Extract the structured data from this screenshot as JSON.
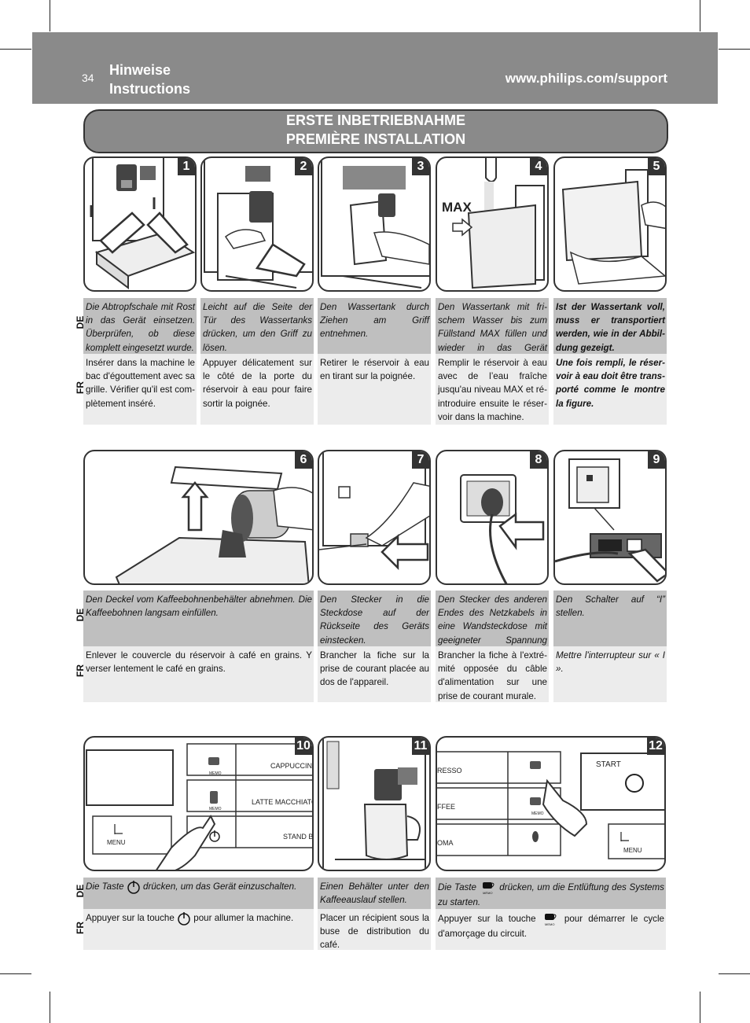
{
  "header": {
    "page_number": "34",
    "title_de": "Hinweise",
    "title_fr": "Instructions",
    "url": "www.philips.com/support"
  },
  "banner": {
    "title_de": "ERSTE INBETRIEBNAHME",
    "title_fr": "PREMIÈRE INSTALLATION"
  },
  "lang": {
    "de": "DE",
    "fr": "FR"
  },
  "figure_labels": {
    "max": "MAX",
    "cappuccino": "CAPPUCCINO",
    "latte": "LATTE MACCHIATO",
    "standby": "STAND BY",
    "memo": "MEMO",
    "menu": "MENU",
    "espresso": "RESSO",
    "coffee": "FFEE",
    "aroma": "OMA",
    "start": "START"
  },
  "steps": [
    {
      "num": "1",
      "de": "Die Abtropfschale mit Rost in das Gerät einsetzen. Über­prüfen, ob diese komplett eingesetzt wurde.",
      "fr": "Insérer dans la machine le bac d'égouttement avec sa grille. Vérifier qu'il est com­plètement inséré."
    },
    {
      "num": "2",
      "de": "Leicht auf die Seite der Tür des Wassertanks drücken, um den Griff zu lösen.",
      "fr": "Appuyer délicatement sur le côté de la porte du réser­voir à eau pour faire sortir la poignée."
    },
    {
      "num": "3",
      "de": "Den Wassertank durch Zie­hen am Griff entnehmen.",
      "fr": "Retirer le réservoir à eau en tirant sur la poignée."
    },
    {
      "num": "4",
      "de": "Den Wassertank mit fri­schem Wasser bis zum Füll­stand MAX füllen und wieder in das Gerät einsetzen.",
      "fr": "Remplir le réservoir à eau avec de l’eau fraîche jusqu'au niveau MAX et ré­introduire ensuite le réser­voir dans la machine."
    },
    {
      "num": "5",
      "de": "Ist der Wassertank voll, muss er transportiert werden, wie in der Abbil­dung gezeigt.",
      "fr": "Une fois rempli, le réser­voir à eau doit être trans­porté comme le montre la figure."
    },
    {
      "num": "6",
      "de": "Den Deckel vom Kaffeebohnenbehälter abnehmen. Die Kaf­feebohnen langsam einfüllen.",
      "fr": "Enlever le couvercle du réservoir à café en grains. Y verser lentement le café en grains."
    },
    {
      "num": "7",
      "de": "Den Stecker in die Steckdose auf der Rückseite des Geräts einstecken.",
      "fr": "Brancher la fiche sur la prise de courant placée au dos de l'appareil."
    },
    {
      "num": "8",
      "de": "Den Stecker des anderen En­des des Netzkabels in eine Wandsteckdose mit geeig­neter Spannung einstecken.",
      "fr": "Brancher la fiche à l'extré­mité opposée du câble d'ali­mentation sur une prise de courant murale."
    },
    {
      "num": "9",
      "de": "Den Schalter auf “I” stellen.",
      "fr": "Mettre l'interrupteur sur « I »."
    },
    {
      "num": "10",
      "de_a": "Die Taste",
      "de_b": "drücken, um das Gerät einzuschalten.",
      "fr_a": "Appuyer sur la touche",
      "fr_b": "pour allumer la machine."
    },
    {
      "num": "11",
      "de": "Einen Behälter unter den Kaffeeauslauf stellen.",
      "fr": "Placer un récipient sous la buse de distribution du café."
    },
    {
      "num": "12",
      "de_a": "Die Taste",
      "de_b": "drücken, um die Entlüftung des Systems zu starten.",
      "fr_a": "Appuyer sur la touche",
      "fr_b": "pour démarrer le cycle d'amor­çage du circuit."
    }
  ],
  "colors": {
    "header_gray": "#8a8a8a",
    "de_bg": "#bfbfbf",
    "fr_bg": "#ececec",
    "accent_dark": "#333333"
  }
}
